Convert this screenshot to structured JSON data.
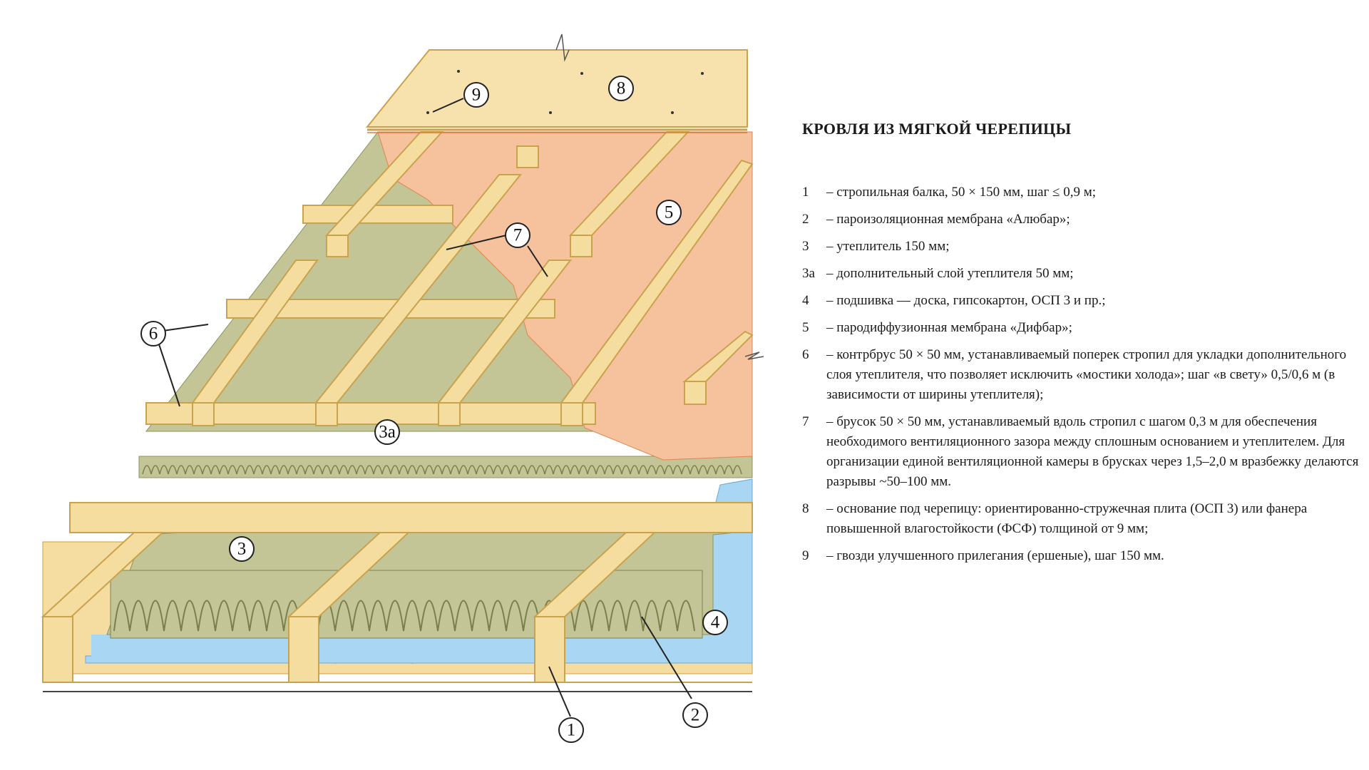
{
  "legend": {
    "title": "КРОВЛЯ ИЗ МЯГКОЙ ЧЕРЕПИЦЫ",
    "items": [
      {
        "num": "1",
        "text": "– стропильная балка, 50 × 150 мм, шаг ≤ 0,9 м;"
      },
      {
        "num": "2",
        "text": "– пароизоляционная мембрана «Алюбар»;"
      },
      {
        "num": "3",
        "text": "– утеплитель 150 мм;"
      },
      {
        "num": "3а",
        "text": "– дополнительный слой утеплителя 50 мм;"
      },
      {
        "num": "4",
        "text": "– подшивка — доска, гипсокартон, ОСП 3 и пр.;"
      },
      {
        "num": "5",
        "text": "– пародиффузионная мембрана «Дифбар»;"
      },
      {
        "num": "6",
        "text": "– контрбрус 50 × 50 мм, устанавливаемый поперек стропил для укладки дополнительного слоя утеплителя, что позволяет исключить «мостики холода»; шаг «в свету» 0,5/0,6 м (в зависимости от ширины утеплителя);"
      },
      {
        "num": "7",
        "text": "– брусок 50 × 50 мм, устанавливаемый вдоль стропил с шагом 0,3 м для обеспечения необходимого вентиляционного зазора между сплошным основанием и утеплителем. Для организации единой вентиляционной камеры в брусках через 1,5–2,0 м вразбежку делаются разрывы ~50–100 мм."
      },
      {
        "num": "8",
        "text": "– основание под черепицу: ориентированно-стружечная плита (ОСП 3) или фанера повышенной влагостойкости (ФСФ) толщиной от 9 мм;"
      },
      {
        "num": "9",
        "text": "– гвозди улучшенного прилегания (ершеные), шаг 150 мм."
      }
    ]
  },
  "callouts": {
    "c1": "1",
    "c2": "2",
    "c3": "3",
    "c3a": "3а",
    "c4": "4",
    "c5": "5",
    "c6": "6",
    "c7": "7",
    "c8": "8",
    "c9": "9"
  },
  "colors": {
    "wood": "#f5dda0",
    "wood_edge": "#c9a24e",
    "insulation": "#c3c596",
    "vapor_barrier": "#a9d6f2",
    "diffusion_membrane": "#f6c29e",
    "osb": "#f7e1ad",
    "outline": "#444444"
  }
}
